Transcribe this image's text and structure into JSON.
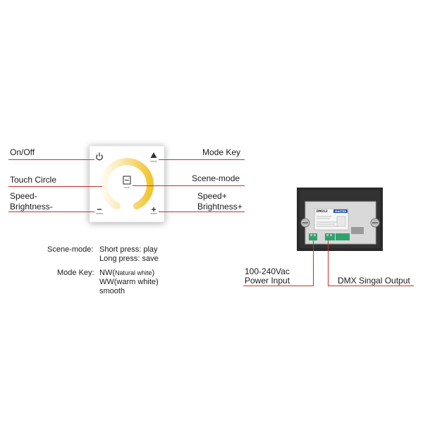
{
  "panel": {
    "labels": {
      "on_off": "On/Off",
      "touch_circle": "Touch Circle",
      "speed_brightness_minus_l1": "Speed-",
      "speed_brightness_minus_l2": "Brightness-",
      "mode_key": "Mode Key",
      "scene_mode": "Scene-mode",
      "speed_brightness_plus_l1": "Speed+",
      "speed_brightness_plus_l2": "Brightness+"
    },
    "icon_texts": {
      "mode": "MODE",
      "scene_letter": "B",
      "save": "SAVE",
      "minus_text": "SPEED",
      "plus_text": "SPEED"
    }
  },
  "notes": {
    "scene_mode_key": "Scene-mode:",
    "scene_mode_line1": "Short press: play",
    "scene_mode_line2": "Long press: save",
    "mode_key_key": "Mode Key:",
    "mode_key_line1_a": "NW(",
    "mode_key_line1_b": "Natural white",
    "mode_key_line1_c": ")",
    "mode_key_line2": "WW(warm white)",
    "mode_key_line3": "smooth"
  },
  "module": {
    "labels": {
      "power_input_l1": "100-240Vac",
      "power_input_l2": "Power Input",
      "dmx_output": "DMX Singal Output"
    },
    "sticker": {
      "model": "DM312",
      "brand": "MASTER"
    }
  },
  "colors": {
    "leader_line": "#c9302c",
    "ring_warm": "#f3c93a",
    "ring_cool": "#fff5e0",
    "module_body": "#2b2b2b",
    "terminal_green": "#2fa36a"
  }
}
